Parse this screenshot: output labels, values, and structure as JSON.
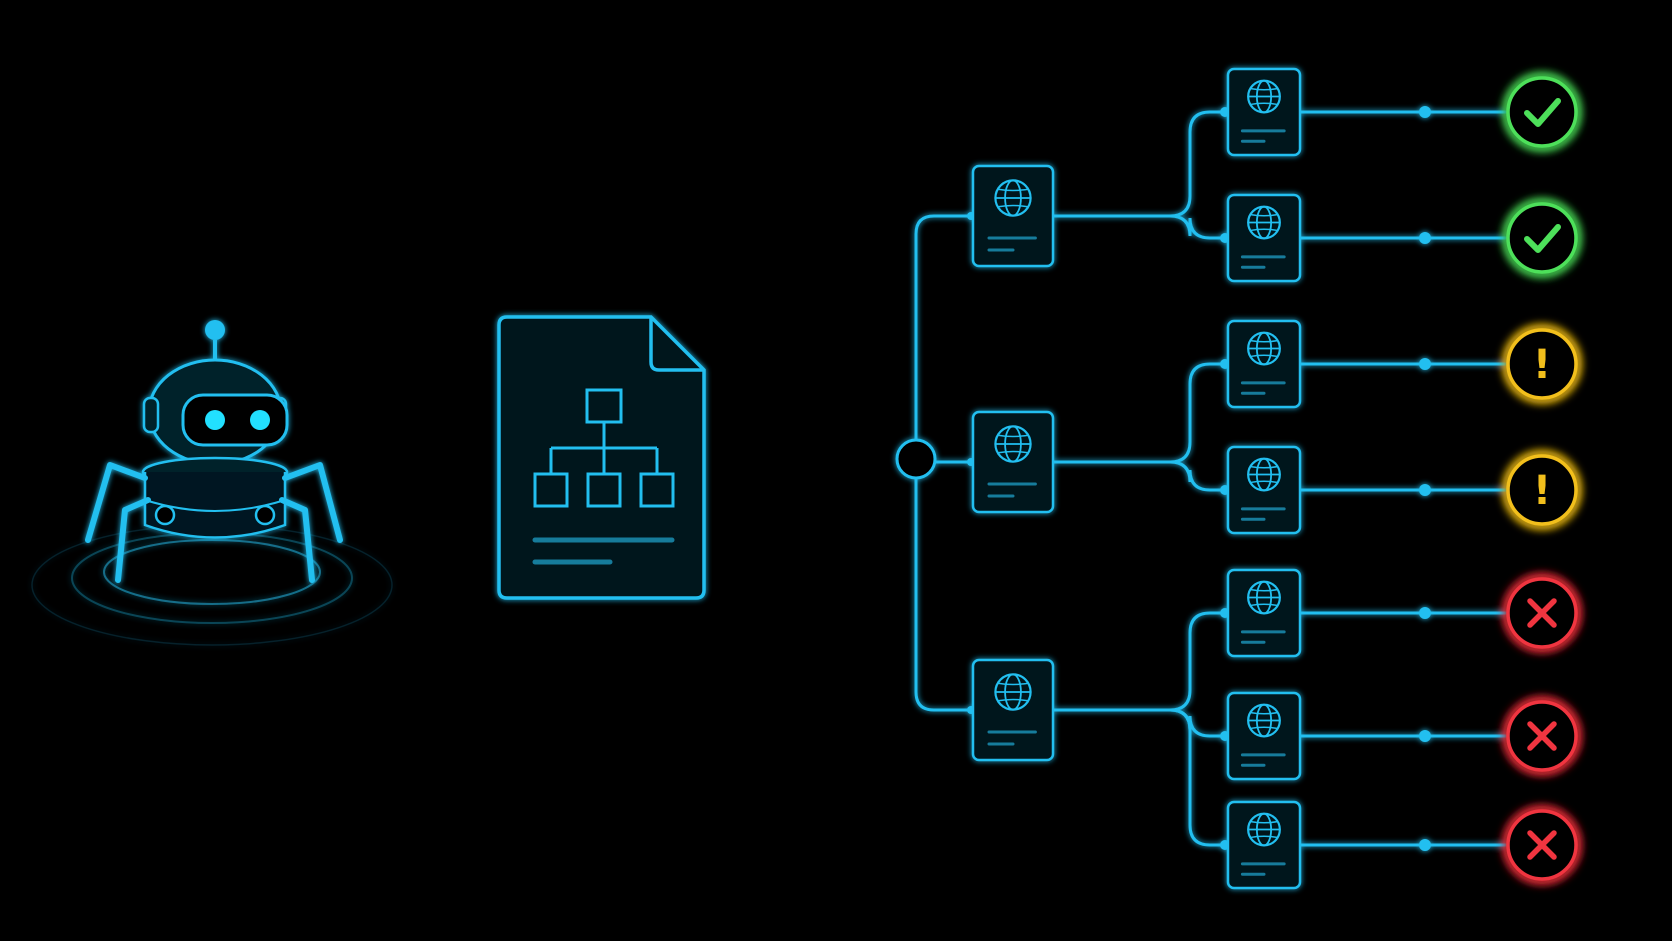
{
  "colors": {
    "background": "#000000",
    "primary": "#22bff0",
    "ok": "#4ee05a",
    "warn": "#f2bf1a",
    "error": "#f0343f"
  },
  "crawler": {
    "icon": "spider-robot-icon"
  },
  "sitemap": {
    "icon": "sitemap-document-icon"
  },
  "hub": {
    "icon": "hub-node-icon"
  },
  "branches": [
    {
      "icon": "globe-page-icon",
      "leaves": [
        {
          "icon": "globe-page-icon",
          "status": "ok",
          "status_icon": "check-icon"
        },
        {
          "icon": "globe-page-icon",
          "status": "ok",
          "status_icon": "check-icon"
        }
      ]
    },
    {
      "icon": "globe-page-icon",
      "leaves": [
        {
          "icon": "globe-page-icon",
          "status": "warn",
          "status_icon": "exclamation-icon",
          "status_glyph": "!"
        },
        {
          "icon": "globe-page-icon",
          "status": "warn",
          "status_icon": "exclamation-icon",
          "status_glyph": "!"
        }
      ]
    },
    {
      "icon": "globe-page-icon",
      "leaves": [
        {
          "icon": "globe-page-icon",
          "status": "error",
          "status_icon": "cross-icon"
        },
        {
          "icon": "globe-page-icon",
          "status": "error",
          "status_icon": "cross-icon"
        },
        {
          "icon": "globe-page-icon",
          "status": "error",
          "status_icon": "cross-icon"
        }
      ]
    }
  ]
}
